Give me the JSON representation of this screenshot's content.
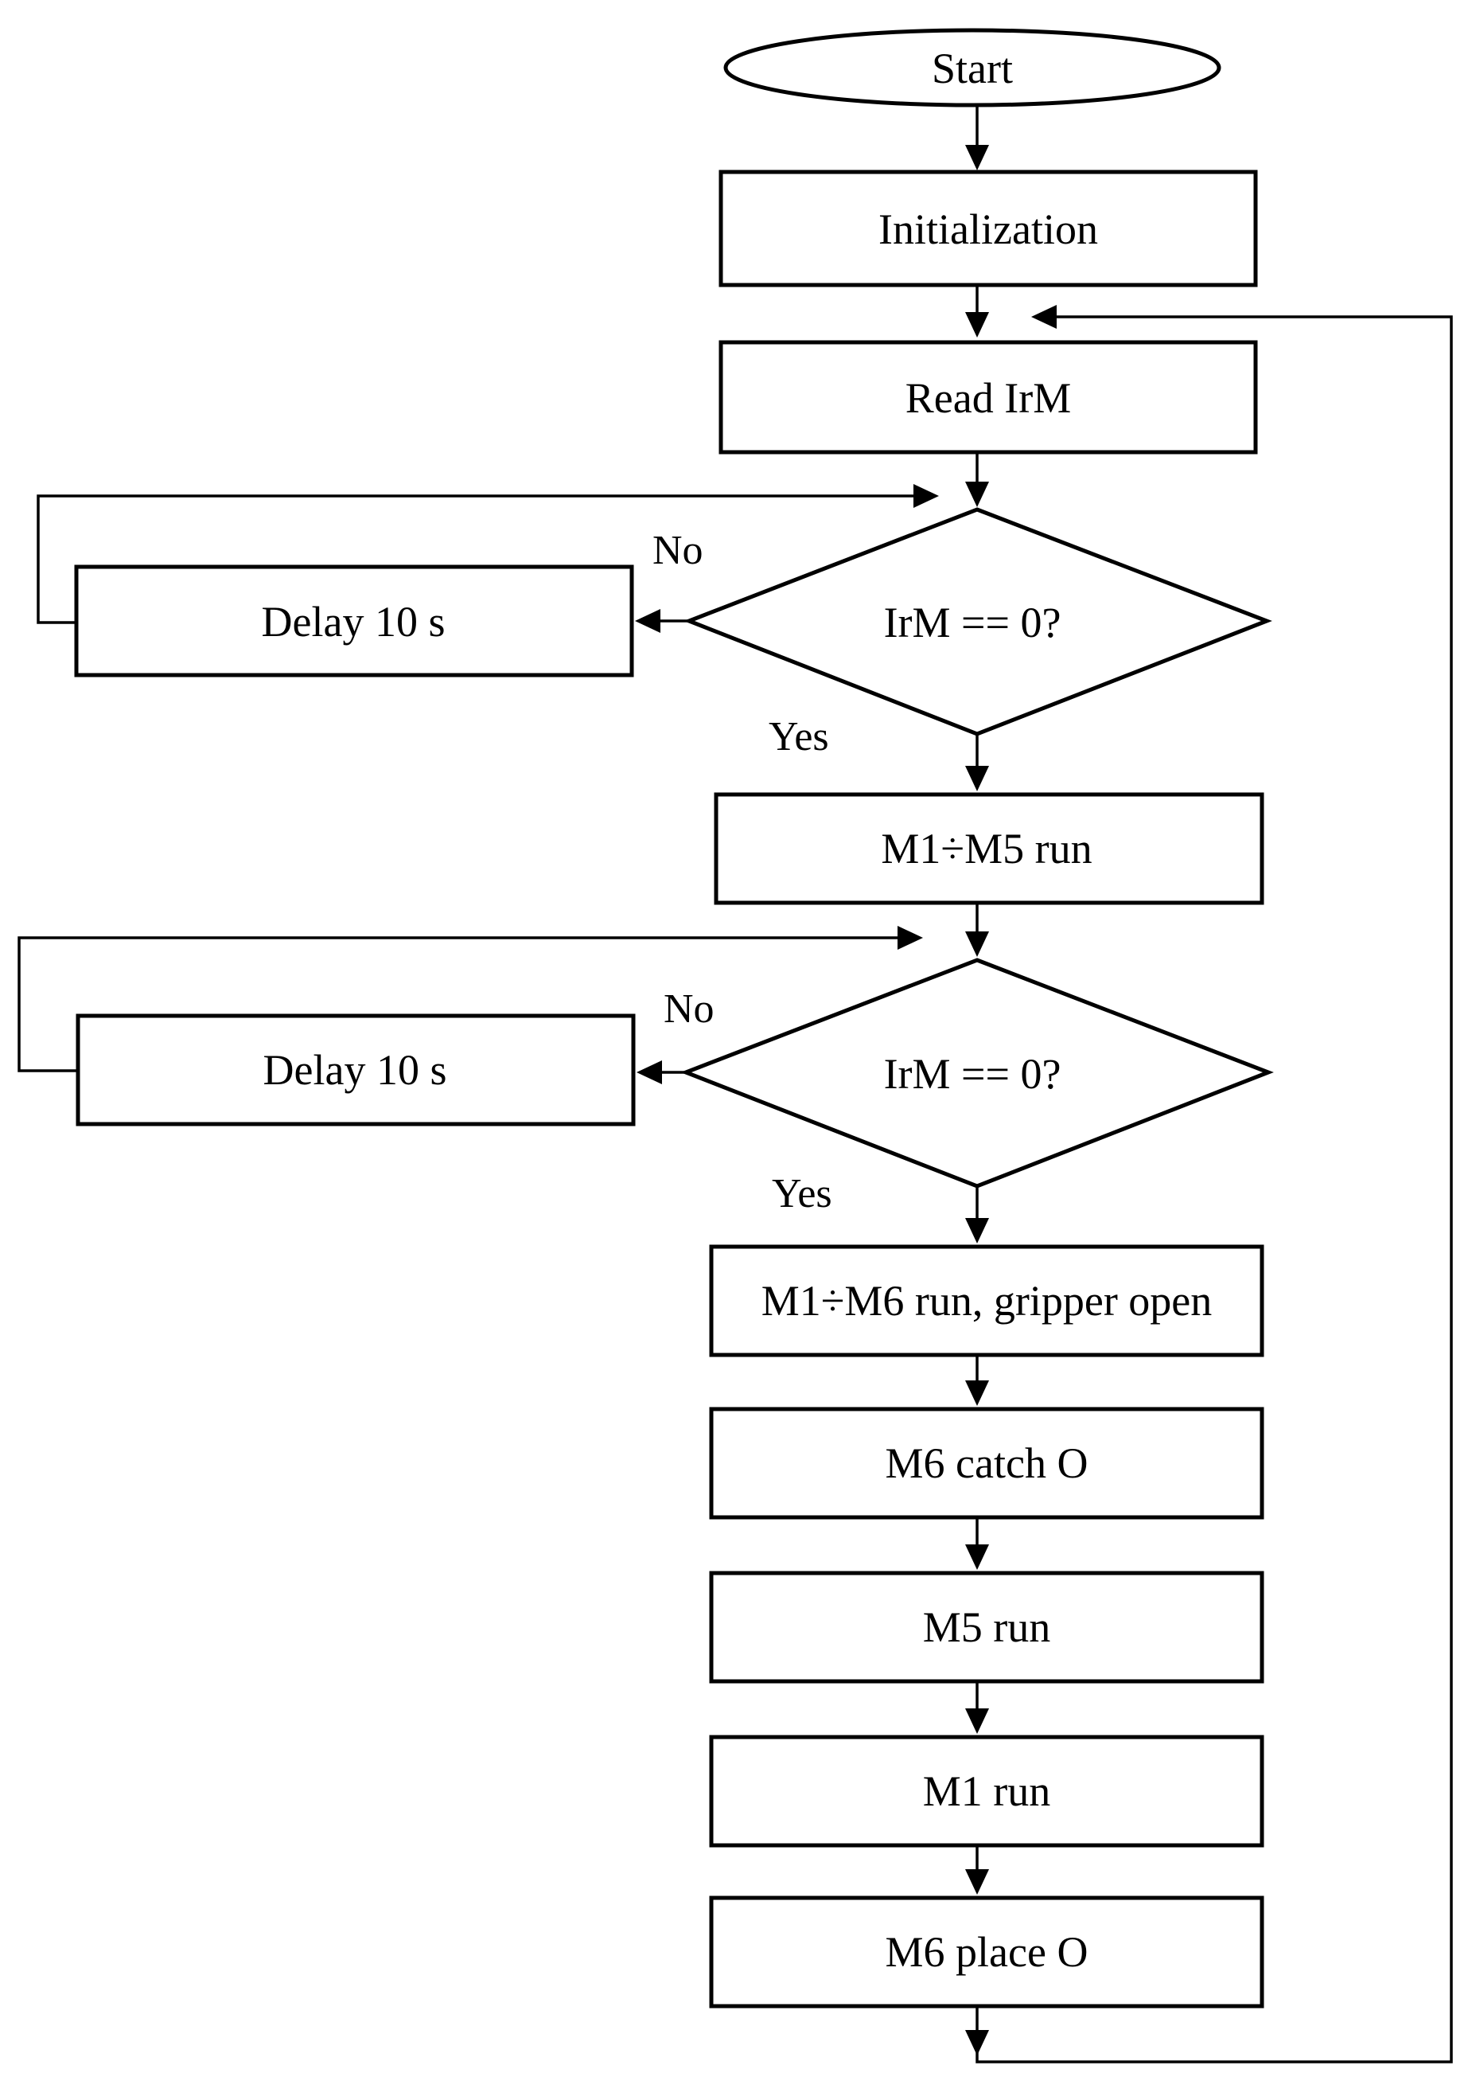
{
  "diagram": {
    "nodes": {
      "start": "Start",
      "init": "Initialization",
      "read": "Read IrM",
      "decision1": "IrM == 0?",
      "delay1": "Delay 10 s",
      "run15": "M1÷M5 run",
      "decision2": "IrM == 0?",
      "delay2": "Delay 10 s",
      "run16": "M1÷M6 run, gripper open",
      "catch": "M6 catch O",
      "m5run": "M5 run",
      "m1run": "M1 run",
      "place": "M6 place O"
    },
    "edge_labels": {
      "no1": "No",
      "yes1": "Yes",
      "no2": "No",
      "yes2": "Yes"
    }
  }
}
